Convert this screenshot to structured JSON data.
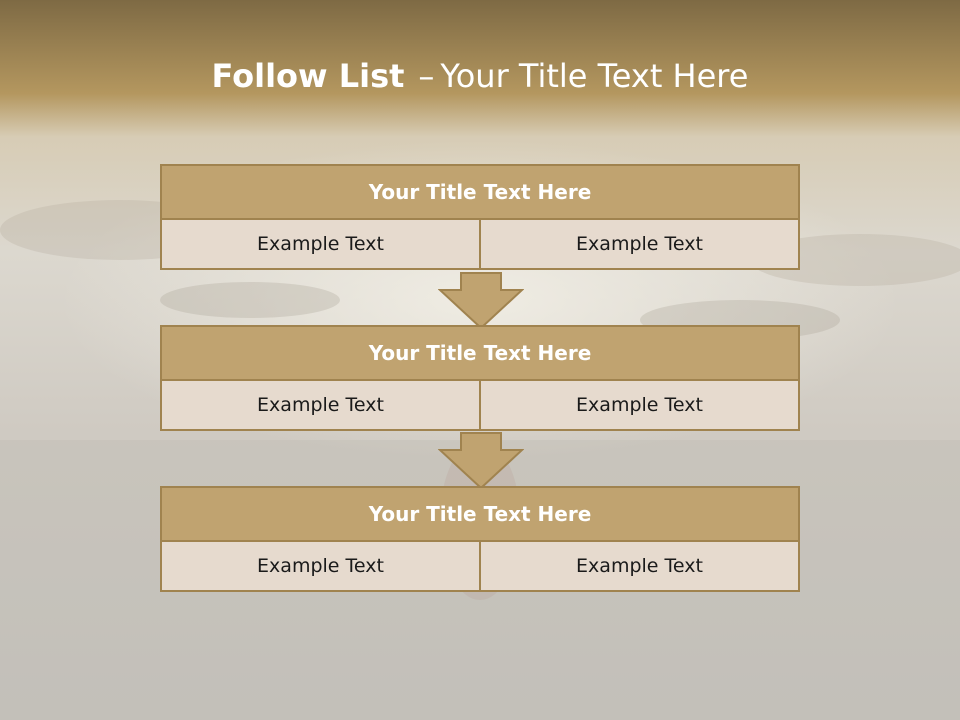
{
  "slide": {
    "title_bold": "Follow List",
    "title_dash": "–",
    "title_rest": "Your Title Text Here"
  },
  "steps": [
    {
      "title": "Your Title Text Here",
      "left": "Example Text",
      "right": "Example Text"
    },
    {
      "title": "Your Title Text Here",
      "left": "Example Text",
      "right": "Example Text"
    },
    {
      "title": "Your Title Text Here",
      "left": "Example Text",
      "right": "Example Text"
    }
  ],
  "colors": {
    "header_fill": "#c0a370",
    "border": "#a0834f",
    "cell_fill": "#e6dace",
    "title_band": "#8c7346"
  }
}
